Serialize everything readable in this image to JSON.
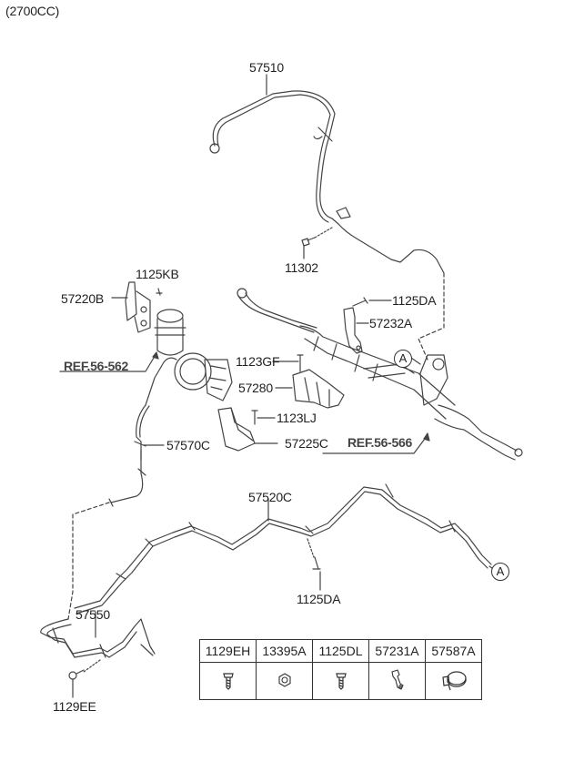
{
  "title": "(2700CC)",
  "labels": {
    "p57510": "57510",
    "p11302": "11302",
    "p1125KB": "1125KB",
    "p57220B": "57220B",
    "ref562": "REF.56-562",
    "p1125DA_top": "1125DA",
    "p57232A": "57232A",
    "p1123GF": "1123GF",
    "p57280": "57280",
    "p1123LJ": "1123LJ",
    "p57570C": "57570C",
    "p57225C": "57225C",
    "ref566": "REF.56-566",
    "p57520C": "57520C",
    "p1125DA_bottom": "1125DA",
    "p57550": "57550",
    "p1129EE": "1129EE",
    "connector_a": "A"
  },
  "parts_table": {
    "columns": [
      {
        "part": "1129EH",
        "icon": "bolt-icon"
      },
      {
        "part": "13395A",
        "icon": "nut-icon"
      },
      {
        "part": "1125DL",
        "icon": "bolt-icon"
      },
      {
        "part": "57231A",
        "icon": "bracket-icon"
      },
      {
        "part": "57587A",
        "icon": "clamp-icon"
      }
    ]
  }
}
